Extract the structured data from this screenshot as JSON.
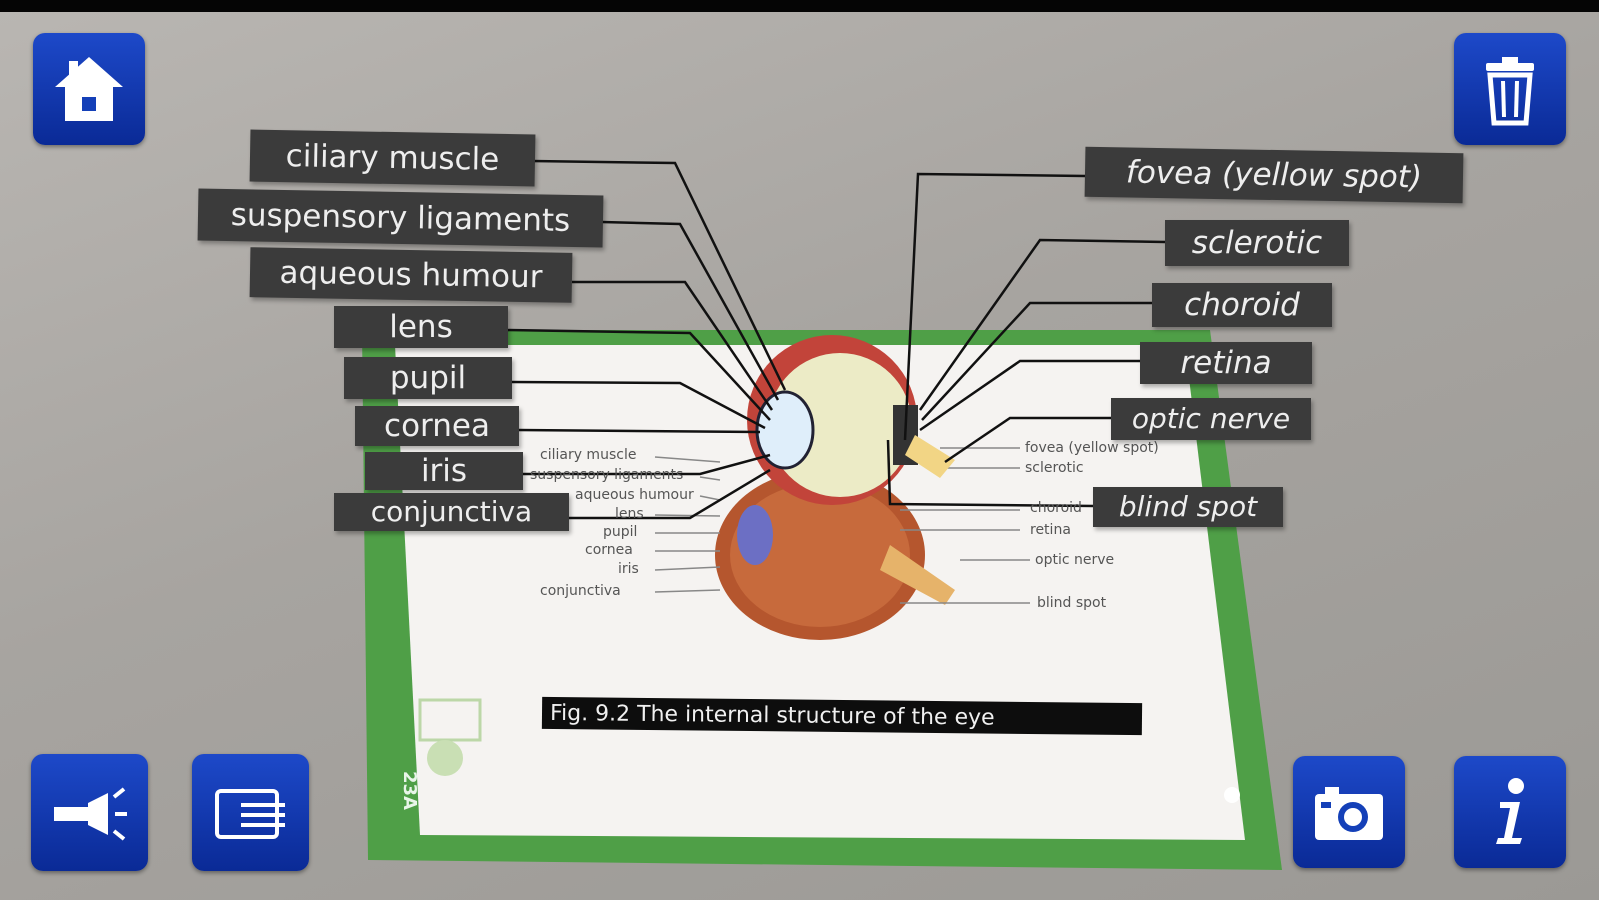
{
  "toolbar": {
    "home": "home",
    "trash": "delete",
    "flashlight": "flashlight",
    "cards": "cards",
    "camera": "camera",
    "info": "info"
  },
  "ar_labels": {
    "left": [
      "ciliary muscle",
      "suspensory ligaments",
      "aqueous humour",
      "lens",
      "pupil",
      "cornea",
      "iris",
      "conjunctiva"
    ],
    "right": [
      "fovea (yellow spot)",
      "sclerotic",
      "choroid",
      "retina",
      "optic nerve",
      "blind spot"
    ]
  },
  "card": {
    "caption": "Fig. 9.2 The internal structure of the eye",
    "number": "23A",
    "left_labels": [
      "ciliary muscle",
      "suspensory ligaments",
      "aqueous humour",
      "lens",
      "pupil",
      "cornea",
      "iris",
      "conjunctiva"
    ],
    "right_labels": [
      "fovea (yellow spot)",
      "sclerotic",
      "choroid",
      "retina",
      "optic nerve",
      "blind spot"
    ]
  },
  "colors": {
    "button": "#1440b8",
    "card_border": "#4d9e45",
    "label_bg": "#3b3b3b"
  }
}
